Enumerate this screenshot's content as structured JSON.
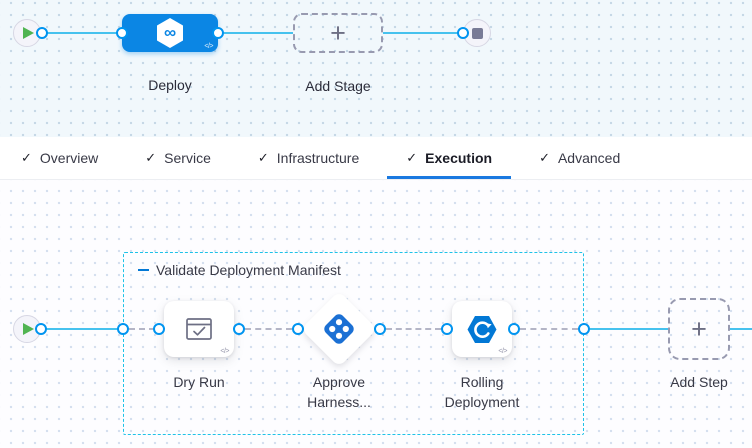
{
  "icons": {
    "check": "✓",
    "plus": "+",
    "infinity": "∞",
    "code": "</>"
  },
  "colors": {
    "stage_node_blue": "#0b86e4",
    "connector_line_blue": "#46c2ee",
    "port_border_blue": "#0094f0",
    "group_border_cyan": "#1ec2e8",
    "tab_underline_blue": "#1a79e0",
    "play_green": "#50b451",
    "stop_gray": "#797b96",
    "approve_icon_blue": "#1b70d4",
    "rolling_icon_blue": "#0278d5"
  },
  "stage_pipeline": {
    "deploy": {
      "label": "Deploy"
    },
    "add_stage": {
      "label": "Add Stage"
    }
  },
  "tabs": [
    {
      "label": "Overview"
    },
    {
      "label": "Service"
    },
    {
      "label": "Infrastructure"
    },
    {
      "label": "Execution",
      "active": true
    },
    {
      "label": "Advanced"
    }
  ],
  "execution": {
    "step_group": {
      "label": "Validate Deployment Manifest"
    },
    "steps": [
      {
        "label": "Dry Run"
      },
      {
        "label": "Approve Harness..."
      },
      {
        "label": "Rolling Deployment"
      }
    ],
    "add_step": {
      "label": "Add Step"
    }
  }
}
